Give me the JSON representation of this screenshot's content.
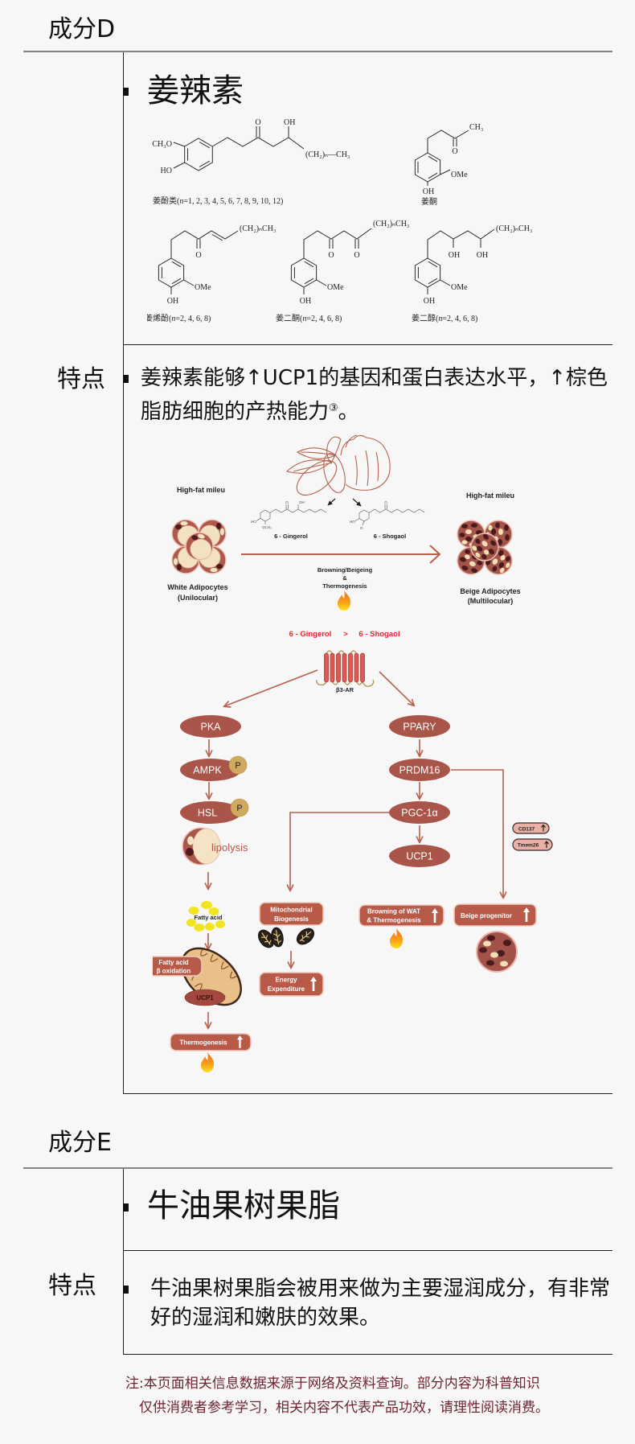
{
  "colors": {
    "background": "#f7f7f7",
    "node": "#a9554a",
    "box": "#b85a48",
    "phospho": "#cfa95e",
    "accent_red": "#e8232a",
    "fatty_acid": "#f2e41e",
    "marker_pill": "#eab0a6",
    "arrow": "#b8604e",
    "note_text": "#6e2430"
  },
  "section_d": {
    "header": "成分D",
    "ingredient": "姜辣素",
    "structures": {
      "gingerols": {
        "caption_name": "姜酚类(",
        "caption_var": "n",
        "caption_values": "=1, 2, 3, 4, 5, 6, 7, 8, 9, 10, 12)",
        "methoxy": "CH₃O",
        "hydroxyl": "HO",
        "ketone": "O",
        "alcohol": "OH",
        "tail": "(CH₂)ₙ—CH₃"
      },
      "zingerone": {
        "caption": "姜酮",
        "methyl": "CH₃",
        "ketone": "O",
        "methoxy": "OMe",
        "hydroxyl": "OH"
      },
      "shogaols": {
        "caption_name": "姜烯酚(",
        "caption_var": "n",
        "caption_values": "=2, 4, 6, 8)",
        "tail": "(CH₂)ₙCH₃",
        "ketone": "O",
        "methoxy": "OMe",
        "hydroxyl": "OH"
      },
      "gingerdiones": {
        "caption_name": "姜二酮(",
        "caption_var": "n",
        "caption_values": "=2, 4, 6, 8)",
        "tail": "(CH₂)ₙCH₃",
        "ketone_1": "O",
        "ketone_2": "O",
        "methoxy": "OMe",
        "hydroxyl": "OH"
      },
      "gingerdiols": {
        "caption_name": "姜二醇(",
        "caption_var": "n",
        "caption_values": "=2, 4, 6, 8)",
        "tail": "(CH₂)ₙCH₃",
        "alcohol_1": "OH",
        "alcohol_2": "OH",
        "methoxy": "OMe",
        "hydroxyl": "OH"
      }
    },
    "feature_label": "特点",
    "feature_lines": [
      "姜辣素能够↑UCP1的基因和蛋白表达水平，↑棕色",
      "脂肪细胞的产热能力"
    ],
    "feature_citation": "③",
    "feature_end": "。",
    "diagram": {
      "context_left": "High-fat mileu",
      "context_right": "High-fat mileu",
      "gingerol": {
        "label": "6 - Gingerol",
        "atoms": {
          "hydroxyl": "HO",
          "methoxy": "OCH₃",
          "ketone": "O",
          "alcohol": "OH"
        }
      },
      "shogaol": {
        "label": "6 - Shogaol",
        "atoms": {
          "hydroxyl": "HO",
          "methoxy": "O",
          "ketone": "O"
        }
      },
      "white_cells": {
        "line1": "White Adipocytes",
        "line2": "(Unilocular)"
      },
      "beige_cells": {
        "line1": "Beige Adipocytes",
        "line2": "(Multilocular)"
      },
      "process": {
        "line1": "Browning/Beigeing",
        "line2": "&",
        "line3": "Thermogenesis"
      },
      "potency": {
        "left": "6 - Gingerol",
        "operator": ">",
        "right": "6 - Shogaol"
      },
      "receptor": "β3-AR",
      "left_pathway": {
        "nodes": [
          "PKA",
          "AMPK",
          "HSL"
        ],
        "phospho": "P",
        "lipolysis": "lipolysis",
        "fatty_acid": "Fatty acid",
        "beta_oxidation": {
          "line1": "Fatty acid",
          "line2": "β oxidation"
        },
        "mito_protein": "UCP1",
        "outcome": "Thermogenesis"
      },
      "right_pathway": {
        "nodes": [
          "PPARY",
          "PRDM16",
          "PGC-1α",
          "UCP1"
        ],
        "markers": [
          "CD137",
          "Tmem26"
        ],
        "mito_biogenesis": {
          "line1": "Mitochondrial",
          "line2": "Biogenesis"
        },
        "energy": {
          "line1": "Energy",
          "line2": "Expenditure"
        },
        "browning": {
          "line1": "Browning of WAT",
          "line2": "& Thermogenesis"
        },
        "beige_progenitor": "Beige progenitor"
      }
    }
  },
  "section_e": {
    "header": "成分E",
    "ingredient": "牛油果树果脂",
    "feature_label": "特点",
    "feature_lines": [
      "牛油果树果脂会被用来做为主要湿润成分，有非常",
      "好的湿润和嫩肤的效果。"
    ]
  },
  "note": {
    "lines": [
      "注:本页面相关信息数据来源于网络及资料查询。部分内容为科普知识",
      "仅供消费者参考学习，相关内容不代表产品功效，请理性阅读消费。"
    ]
  }
}
